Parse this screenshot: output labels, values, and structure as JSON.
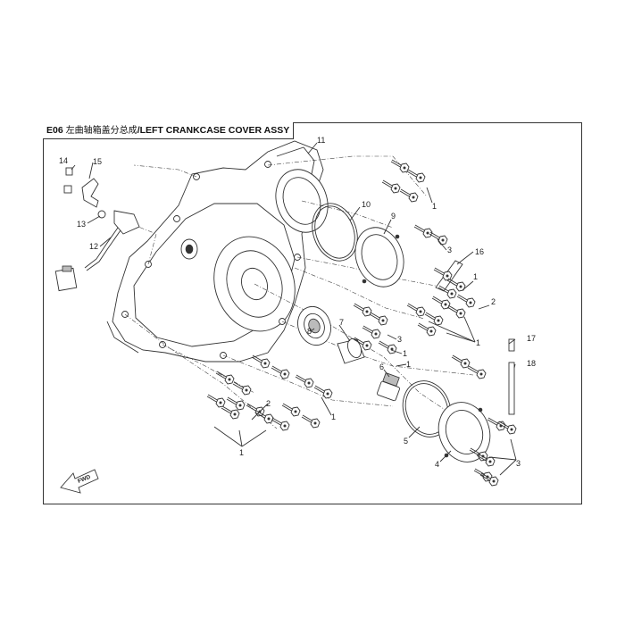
{
  "title": {
    "code": "E06",
    "name_cn": "左曲轴箱盖分总成",
    "name_en": "/LEFT CRANKCASE COVER ASSY"
  },
  "callouts": [
    {
      "id": "c11",
      "text": "11"
    },
    {
      "id": "c10",
      "text": "10"
    },
    {
      "id": "c9",
      "text": "9"
    },
    {
      "id": "c1a",
      "text": "1"
    },
    {
      "id": "c3a",
      "text": "3"
    },
    {
      "id": "c16",
      "text": "16"
    },
    {
      "id": "c1b",
      "text": "1"
    },
    {
      "id": "c2a",
      "text": "2"
    },
    {
      "id": "c1c",
      "text": "1"
    },
    {
      "id": "c14",
      "text": "14"
    },
    {
      "id": "c15",
      "text": "15"
    },
    {
      "id": "c13",
      "text": "13"
    },
    {
      "id": "c12",
      "text": "12"
    },
    {
      "id": "c8",
      "text": "8"
    },
    {
      "id": "c7",
      "text": "7"
    },
    {
      "id": "c3b",
      "text": "3"
    },
    {
      "id": "c1d",
      "text": "1"
    },
    {
      "id": "c6",
      "text": "6"
    },
    {
      "id": "c1e",
      "text": "1"
    },
    {
      "id": "c17",
      "text": "17"
    },
    {
      "id": "c18",
      "text": "18"
    },
    {
      "id": "c2b",
      "text": "2"
    },
    {
      "id": "c1f",
      "text": "1"
    },
    {
      "id": "c1g",
      "text": "1"
    },
    {
      "id": "c5",
      "text": "5"
    },
    {
      "id": "c4",
      "text": "4"
    },
    {
      "id": "c3c",
      "text": "3"
    }
  ],
  "fwd_label": "FWD"
}
